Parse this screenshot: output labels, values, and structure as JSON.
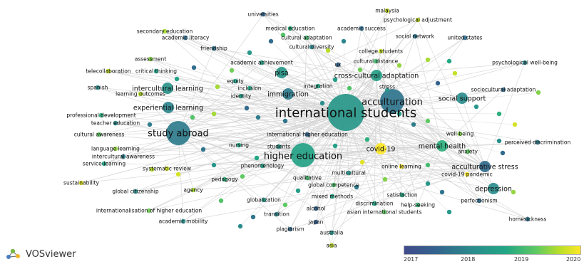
{
  "brand": {
    "name": "VOSviewer",
    "logo_icon": "vosviewer-logo-icon"
  },
  "legend": {
    "years": [
      "2017",
      "2018",
      "2019",
      "2020"
    ],
    "colors": [
      "#404b8c",
      "#2a8d8c",
      "#5ec962",
      "#fde725"
    ]
  },
  "network": {
    "nodes": [
      {
        "id": "international students",
        "label": "international students",
        "year": 2018.2,
        "size": "xl"
      },
      {
        "id": "study abroad",
        "label": "study abroad",
        "year": 2017.8,
        "size": "l"
      },
      {
        "id": "higher education",
        "label": "higher education",
        "year": 2018.4,
        "size": "l"
      },
      {
        "id": "acculturation",
        "label": "acculturation",
        "year": 2017.7,
        "size": "l"
      },
      {
        "id": "cross-cultural adaptation",
        "label": "cross-cultural adaptation",
        "year": 2018.3,
        "size": "m"
      },
      {
        "id": "covid-19",
        "label": "covid-19",
        "year": 2020.0,
        "size": "m"
      },
      {
        "id": "acculturative stress",
        "label": "acculturative stress",
        "year": 2017.6,
        "size": "m"
      },
      {
        "id": "mental health",
        "label": "mental health",
        "year": 2018.6,
        "size": "m"
      },
      {
        "id": "social support",
        "label": "social support",
        "year": 2018.0,
        "size": "m"
      },
      {
        "id": "experiential learning",
        "label": "experiential learning",
        "year": 2017.9,
        "size": "m"
      },
      {
        "id": "intercultural learning",
        "label": "intercultural learning",
        "year": 2018.1,
        "size": "m"
      },
      {
        "id": "depression",
        "label": "depression",
        "year": 2018.0,
        "size": "m"
      },
      {
        "id": "pisa",
        "label": "pisa",
        "year": 2018.2,
        "size": "m"
      },
      {
        "id": "immigration",
        "label": "immigration",
        "year": 2017.8,
        "size": "m"
      },
      {
        "id": "teacher education",
        "label": "teacher education",
        "year": 2018.0,
        "size": "s"
      },
      {
        "id": "identity",
        "label": "identity",
        "year": 2018.3,
        "size": "s"
      },
      {
        "id": "integration",
        "label": "integration",
        "year": 2018.5,
        "size": "s"
      },
      {
        "id": "stress",
        "label": "stress",
        "year": 2018.1,
        "size": "s"
      },
      {
        "id": "sociocultural adaptation",
        "label": "sociocultural adaptation",
        "year": 2017.6,
        "size": "s"
      },
      {
        "id": "critical thinking",
        "label": "critical thinking",
        "year": 2018.4,
        "size": "s"
      },
      {
        "id": "globalization",
        "label": "globalization",
        "year": 2018.3,
        "size": "s"
      },
      {
        "id": "pedagogy",
        "label": "pedagogy",
        "year": 2018.6,
        "size": "s"
      },
      {
        "id": "international higher education",
        "label": "international higher education",
        "year": 2017.5,
        "size": "s"
      },
      {
        "id": "students",
        "label": "students",
        "year": 2018.2,
        "size": "s"
      },
      {
        "id": "nursing",
        "label": "nursing",
        "year": 2018.4,
        "size": "s"
      },
      {
        "id": "online learning",
        "label": "online learning",
        "year": 2020.0,
        "size": "s"
      },
      {
        "id": "global competence",
        "label": "global competence",
        "year": 2018.9,
        "size": "s"
      },
      {
        "id": "satisfaction",
        "label": "satisfaction",
        "year": 2018.5,
        "size": "s"
      },
      {
        "id": "asian international students",
        "label": "asian international students",
        "year": 2019.0,
        "size": "s"
      },
      {
        "id": "well-being",
        "label": "well-being",
        "year": 2019.2,
        "size": "s"
      },
      {
        "id": "anxiety",
        "label": "anxiety",
        "year": 2019.0,
        "size": "s"
      },
      {
        "id": "perceived discrimination",
        "label": "perceived discrimination",
        "year": 2017.8,
        "size": "s"
      },
      {
        "id": "covid-19 pandemic",
        "label": "covid-19 pandemic",
        "year": 2020.0,
        "size": "s"
      },
      {
        "id": "perfectionism",
        "label": "perfectionism",
        "year": 2017.6,
        "size": "s"
      },
      {
        "id": "homesickness",
        "label": "homesickness",
        "year": 2017.7,
        "size": "s"
      },
      {
        "id": "discrimination",
        "label": "discrimination",
        "year": 2018.5,
        "size": "s"
      },
      {
        "id": "help-seeking",
        "label": "help-seeking",
        "year": 2018.7,
        "size": "s"
      },
      {
        "id": "mixed methods",
        "label": "mixed methods",
        "year": 2018.4,
        "size": "s"
      },
      {
        "id": "qualitative",
        "label": "qualitative",
        "year": 2018.8,
        "size": "s"
      },
      {
        "id": "multicultural",
        "label": "multicultural",
        "year": 2018.2,
        "size": "s"
      },
      {
        "id": "phenomenology",
        "label": "phenomenology",
        "year": 2018.3,
        "size": "s"
      },
      {
        "id": "alcohol",
        "label": "alcohol",
        "year": 2017.5,
        "size": "s"
      },
      {
        "id": "japan",
        "label": "japan",
        "year": 2017.4,
        "size": "s"
      },
      {
        "id": "transition",
        "label": "transition",
        "year": 2017.9,
        "size": "s"
      },
      {
        "id": "plagiarism",
        "label": "plagiarism",
        "year": 2017.6,
        "size": "s"
      },
      {
        "id": "australia",
        "label": "australia",
        "year": 2018.1,
        "size": "s"
      },
      {
        "id": "asia",
        "label": "asia",
        "year": 2019.6,
        "size": "s"
      },
      {
        "id": "academic mobility",
        "label": "academic mobility",
        "year": 2018.0,
        "size": "s"
      },
      {
        "id": "internationalisation of higher education",
        "label": "internationalisation of higher education",
        "year": 2019.1,
        "size": "s"
      },
      {
        "id": "global citizenship",
        "label": "global citizenship",
        "year": 2018.0,
        "size": "s"
      },
      {
        "id": "agency",
        "label": "agency",
        "year": 2019.4,
        "size": "s"
      },
      {
        "id": "sustainability",
        "label": "sustainability",
        "year": 2019.8,
        "size": "s"
      },
      {
        "id": "systematic review",
        "label": "systematic review",
        "year": 2019.7,
        "size": "s"
      },
      {
        "id": "service-learning",
        "label": "service-learning",
        "year": 2018.4,
        "size": "s"
      },
      {
        "id": "intercultural awareness",
        "label": "intercultural awareness",
        "year": 2017.8,
        "size": "s"
      },
      {
        "id": "language learning",
        "label": "language learning",
        "year": 2019.3,
        "size": "s"
      },
      {
        "id": "cultural awareness",
        "label": "cultural awareness",
        "year": 2019.0,
        "size": "s"
      },
      {
        "id": "professional development",
        "label": "professional development",
        "year": 2018.6,
        "size": "s"
      },
      {
        "id": "spanish",
        "label": "spanish",
        "year": 2018.0,
        "size": "s"
      },
      {
        "id": "learning outcomes",
        "label": "learning outcomes",
        "year": 2019.5,
        "size": "s"
      },
      {
        "id": "telecollaboration",
        "label": "telecollaboration",
        "year": 2019.6,
        "size": "s"
      },
      {
        "id": "assessment",
        "label": "assessment",
        "year": 2019.2,
        "size": "s"
      },
      {
        "id": "friendship",
        "label": "friendship",
        "year": 2017.7,
        "size": "s"
      },
      {
        "id": "academic literacy",
        "label": "academic literacy",
        "year": 2017.6,
        "size": "s"
      },
      {
        "id": "secondary education",
        "label": "secondary education",
        "year": 2019.4,
        "size": "s"
      },
      {
        "id": "universities",
        "label": "universities",
        "year": 2017.5,
        "size": "s"
      },
      {
        "id": "medical education",
        "label": "medical education",
        "year": 2018.6,
        "size": "s"
      },
      {
        "id": "cultural adaptation",
        "label": "cultural adaptation",
        "year": 2018.8,
        "size": "s"
      },
      {
        "id": "cultural diversity",
        "label": "cultural diversity",
        "year": 2017.9,
        "size": "s"
      },
      {
        "id": "academic success",
        "label": "academic success",
        "year": 2017.6,
        "size": "s"
      },
      {
        "id": "malaysia",
        "label": "malaysia",
        "year": 2019.6,
        "size": "s"
      },
      {
        "id": "psychological adjustment",
        "label": "psychological adjustment",
        "year": 2019.6,
        "size": "s"
      },
      {
        "id": "social network",
        "label": "social network",
        "year": 2017.7,
        "size": "s"
      },
      {
        "id": "united states",
        "label": "united states",
        "year": 2017.6,
        "size": "s"
      },
      {
        "id": "college students",
        "label": "college students",
        "year": 2019.6,
        "size": "s"
      },
      {
        "id": "cultural distance",
        "label": "cultural distance",
        "year": 2018.8,
        "size": "s"
      },
      {
        "id": "uk",
        "label": "uk",
        "year": 2017.5,
        "size": "s"
      },
      {
        "id": "academic achievement",
        "label": "academic achievement",
        "year": 2018.3,
        "size": "s"
      },
      {
        "id": "equity",
        "label": "equity",
        "year": 2018.4,
        "size": "s"
      },
      {
        "id": "inclusion",
        "label": "inclusion",
        "year": 2018.5,
        "size": "s"
      },
      {
        "id": "psychological well-being",
        "label": "psychological well-being",
        "year": 2017.9,
        "size": "s"
      }
    ]
  }
}
